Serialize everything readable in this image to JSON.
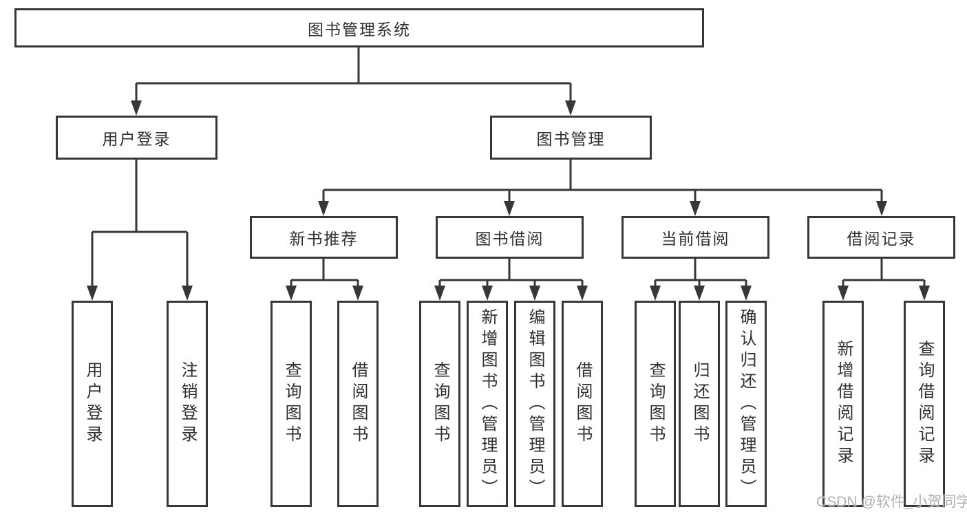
{
  "title": "图书管理系统",
  "nodes": {
    "user_login": {
      "label": "用户登录"
    },
    "book_management": {
      "label": "图书管理"
    },
    "new_book_recommend": {
      "label": "新书推荐"
    },
    "book_borrowing": {
      "label": "图书借阅"
    },
    "current_borrowing": {
      "label": "当前借阅"
    },
    "borrowing_records": {
      "label": "借阅记录"
    }
  },
  "leaves": {
    "user_login": [
      "用户登录",
      "注销登录"
    ],
    "new_book_recommend": [
      "查询图书",
      "借阅图书"
    ],
    "book_borrowing": [
      "查询图书",
      "新增图书（管理员）",
      "编辑图书（管理员）",
      "借阅图书"
    ],
    "current_borrowing": [
      "查询图书",
      "归还图书",
      "确认归还（管理员）"
    ],
    "borrowing_records": [
      "新增借阅记录",
      "查询借阅记录"
    ]
  },
  "watermark": "CSDN @软件_小贺同学",
  "colors": {
    "line": "#373737",
    "text": "#2f2f2f",
    "watermark": "#b0b0b0",
    "background": "#ffffff"
  }
}
